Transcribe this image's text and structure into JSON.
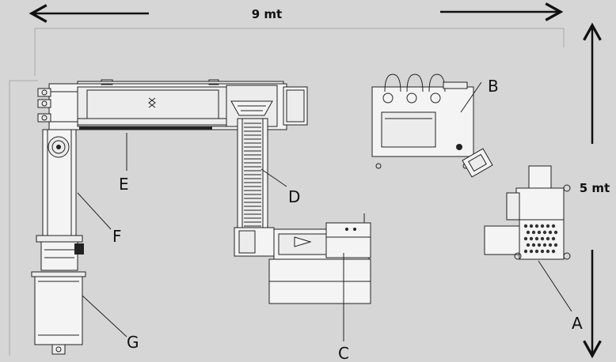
{
  "dimensions": {
    "width_label": "9 mt",
    "height_label": "5 mt"
  },
  "labels": {
    "A": "A",
    "B": "B",
    "C": "C",
    "D": "D",
    "E": "E",
    "F": "F",
    "G": "G"
  }
}
